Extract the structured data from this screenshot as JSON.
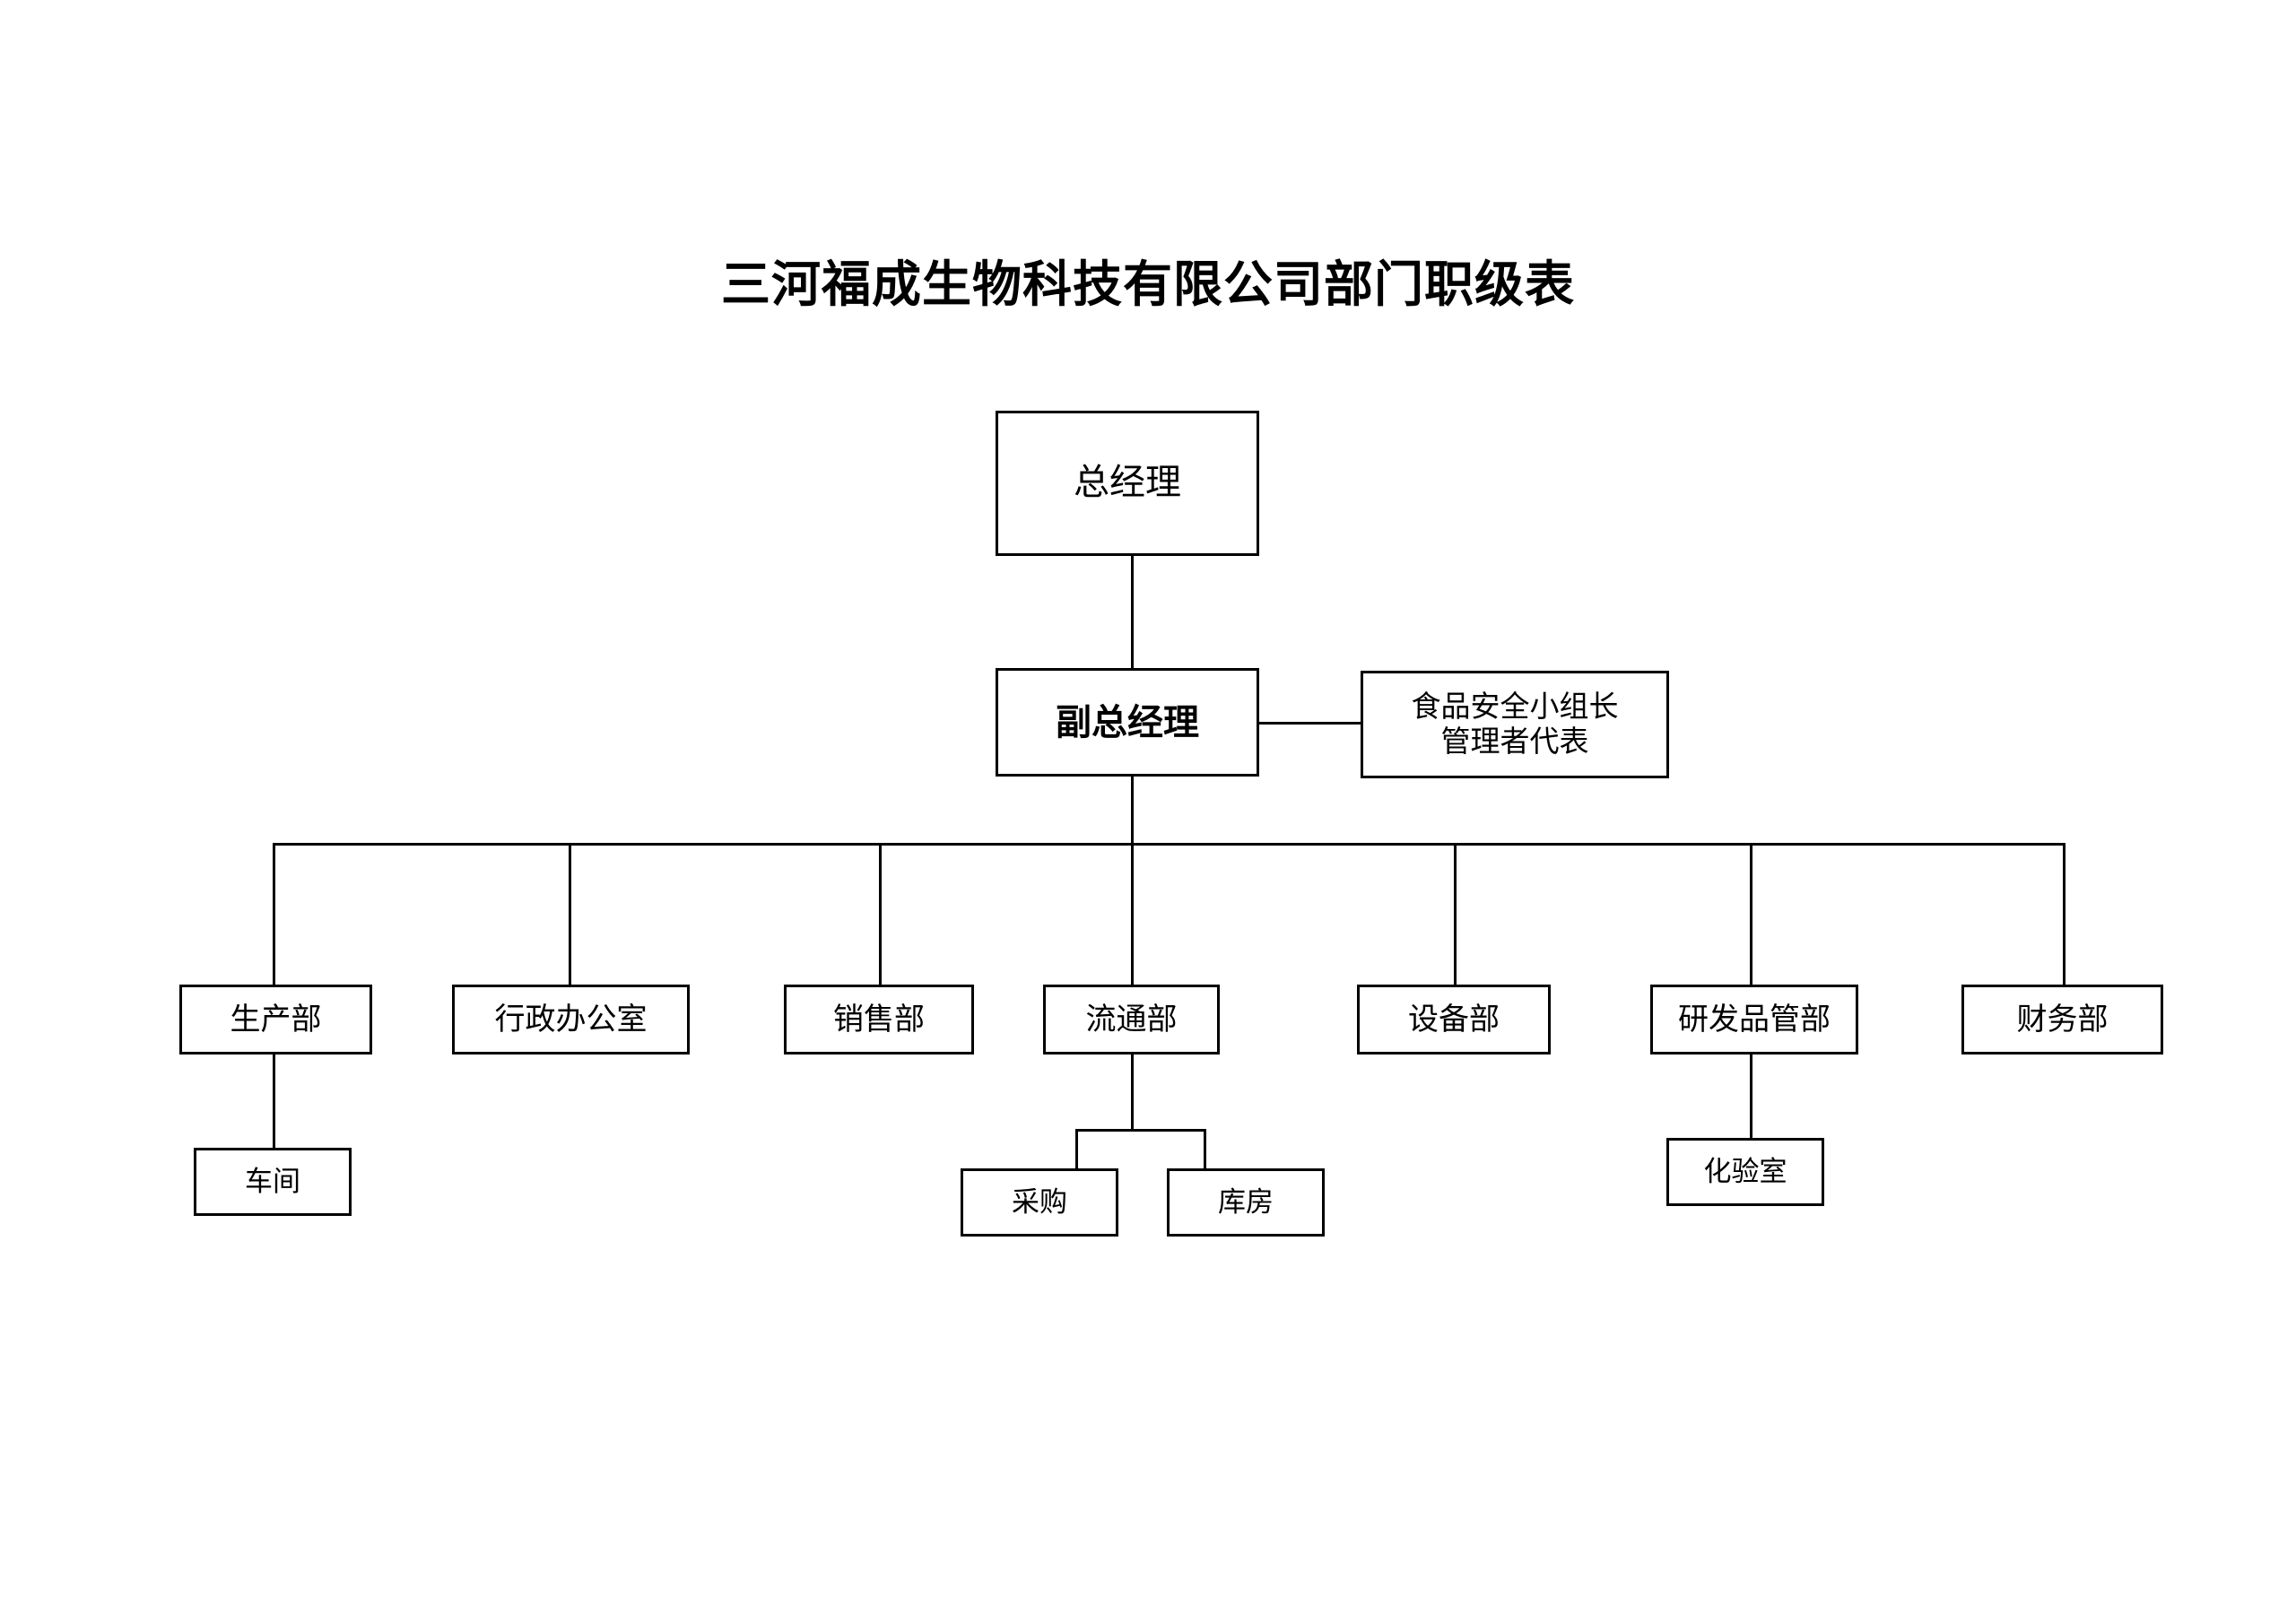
{
  "title": "三河福成生物科技有限公司部门职级表",
  "org_chart": {
    "type": "diagram",
    "orientation": "top-down",
    "line_color": "#000000",
    "box_fill": "#ffffff",
    "box_border": "#000000",
    "nodes": {
      "general_manager": {
        "label": "总经理"
      },
      "deputy_general_manager": {
        "label": "副总经理"
      },
      "food_safety_lead": {
        "line1": "食品安全小组长",
        "line2": "管理者代表"
      },
      "production": {
        "label": "生产部"
      },
      "admin_office": {
        "label": "行政办公室"
      },
      "sales": {
        "label": "销售部"
      },
      "distribution": {
        "label": "流通部"
      },
      "equipment": {
        "label": "设备部"
      },
      "rd_quality": {
        "label": "研发品管部"
      },
      "finance": {
        "label": "财务部"
      },
      "workshop": {
        "label": "车间"
      },
      "purchasing": {
        "label": "采购"
      },
      "warehouse": {
        "label": "库房"
      },
      "laboratory": {
        "label": "化验室"
      }
    },
    "relations": [
      {
        "from": "general_manager",
        "to": "deputy_general_manager"
      },
      {
        "from": "deputy_general_manager",
        "to": "food_safety_lead"
      },
      {
        "from": "deputy_general_manager",
        "to": "production"
      },
      {
        "from": "deputy_general_manager",
        "to": "admin_office"
      },
      {
        "from": "deputy_general_manager",
        "to": "sales"
      },
      {
        "from": "deputy_general_manager",
        "to": "distribution"
      },
      {
        "from": "deputy_general_manager",
        "to": "equipment"
      },
      {
        "from": "deputy_general_manager",
        "to": "rd_quality"
      },
      {
        "from": "deputy_general_manager",
        "to": "finance"
      },
      {
        "from": "production",
        "to": "workshop"
      },
      {
        "from": "distribution",
        "to": "purchasing"
      },
      {
        "from": "distribution",
        "to": "warehouse"
      },
      {
        "from": "rd_quality",
        "to": "laboratory"
      }
    ]
  }
}
